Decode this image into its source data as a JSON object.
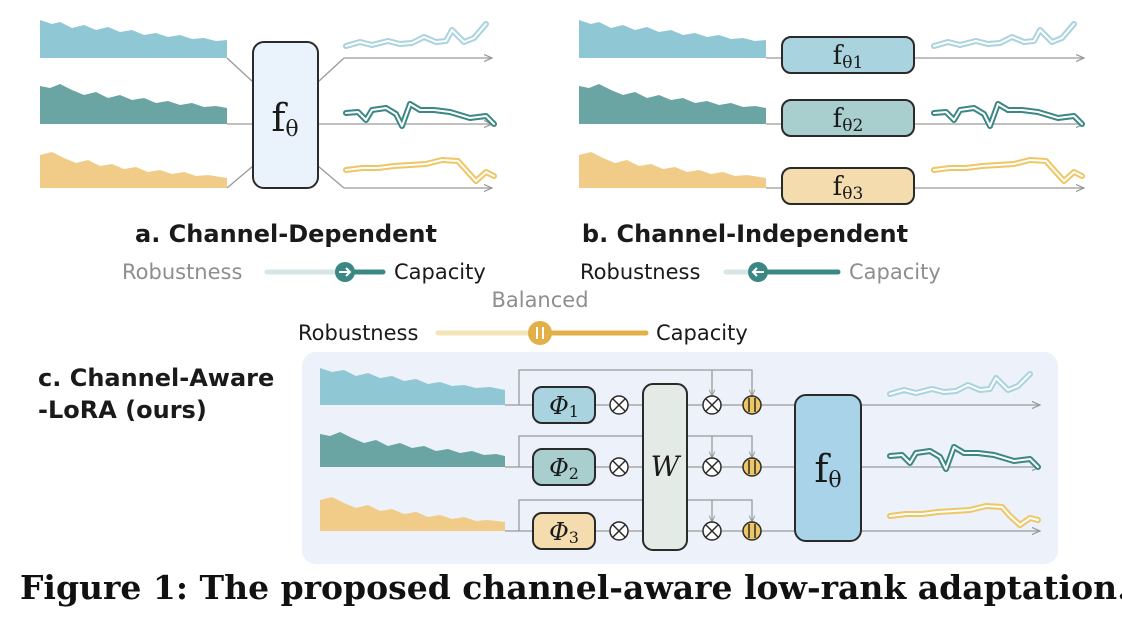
{
  "panels": {
    "a": {
      "title": "a. Channel-Dependent",
      "model_base": "f",
      "model_sub": "θ",
      "slider": {
        "left": "Robustness",
        "right": "Capacity",
        "emphasis": "right"
      }
    },
    "b": {
      "title": "b. Channel-Independent",
      "models": [
        {
          "base": "f",
          "sub": "θ1"
        },
        {
          "base": "f",
          "sub": "θ2"
        },
        {
          "base": "f",
          "sub": "θ3"
        }
      ],
      "slider": {
        "left": "Robustness",
        "right": "Capacity",
        "emphasis": "left"
      }
    },
    "c": {
      "title_line1": "c. Channel-Aware",
      "title_line2": "-LoRA (ours)",
      "slider": {
        "left": "Robustness",
        "right": "Capacity",
        "top": "Balanced"
      },
      "adapters": [
        {
          "base": "Φ",
          "sub": "1"
        },
        {
          "base": "Φ",
          "sub": "2"
        },
        {
          "base": "Φ",
          "sub": "3"
        }
      ],
      "shared": "W",
      "model_base": "f",
      "model_sub": "θ"
    }
  },
  "colors": {
    "channel1": "#8fc8d4",
    "channel2": "#6aa5a3",
    "channel3": "#f0cc88",
    "accent_teal": "#3b8784",
    "accent_orange": "#e3b047",
    "panel_c_bg": "#ecf1fa"
  },
  "caption": "Figure 1: The proposed channel-aware low-rank adaptation."
}
